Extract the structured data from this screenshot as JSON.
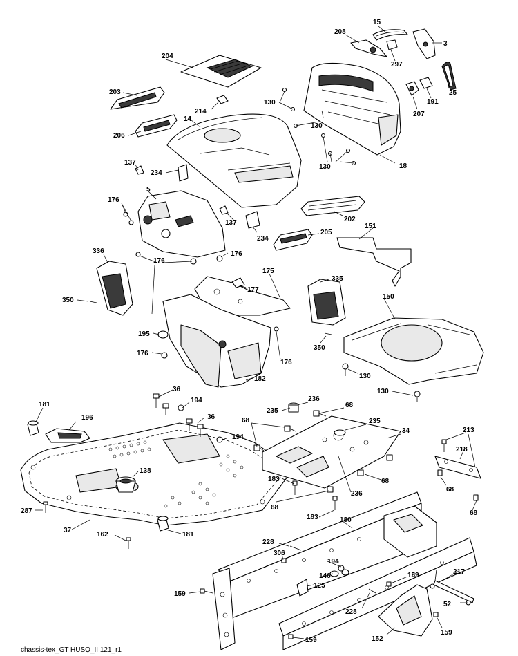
{
  "footer_text": "chassis-tex_GT HUSQ_II 121_r1",
  "callouts": [
    {
      "id": "c15",
      "label": "15"
    },
    {
      "id": "c208",
      "label": "208"
    },
    {
      "id": "c3",
      "label": "3"
    },
    {
      "id": "c297",
      "label": "297"
    },
    {
      "id": "c204",
      "label": "204"
    },
    {
      "id": "c25",
      "label": "25"
    },
    {
      "id": "c203",
      "label": "203"
    },
    {
      "id": "c130a",
      "label": "130"
    },
    {
      "id": "c214",
      "label": "214"
    },
    {
      "id": "c14",
      "label": "14"
    },
    {
      "id": "c207",
      "label": "207"
    },
    {
      "id": "c191",
      "label": "191"
    },
    {
      "id": "c130b",
      "label": "130"
    },
    {
      "id": "c206",
      "label": "206"
    },
    {
      "id": "c130c",
      "label": "130"
    },
    {
      "id": "c18",
      "label": "18"
    },
    {
      "id": "c137a",
      "label": "137"
    },
    {
      "id": "c234a",
      "label": "234"
    },
    {
      "id": "c5",
      "label": "5"
    },
    {
      "id": "c176a",
      "label": "176"
    },
    {
      "id": "c137b",
      "label": "137"
    },
    {
      "id": "c202",
      "label": "202"
    },
    {
      "id": "c151",
      "label": "151"
    },
    {
      "id": "c234b",
      "label": "234"
    },
    {
      "id": "c205",
      "label": "205"
    },
    {
      "id": "c336",
      "label": "336"
    },
    {
      "id": "c176b",
      "label": "176"
    },
    {
      "id": "c176c",
      "label": "176"
    },
    {
      "id": "c175",
      "label": "175"
    },
    {
      "id": "c335",
      "label": "335"
    },
    {
      "id": "c177",
      "label": "177"
    },
    {
      "id": "c350a",
      "label": "350"
    },
    {
      "id": "c150",
      "label": "150"
    },
    {
      "id": "c195",
      "label": "195"
    },
    {
      "id": "c350b",
      "label": "350"
    },
    {
      "id": "c176d",
      "label": "176"
    },
    {
      "id": "c176e",
      "label": "176"
    },
    {
      "id": "c130d",
      "label": "130"
    },
    {
      "id": "c182",
      "label": "182"
    },
    {
      "id": "c130e",
      "label": "130"
    },
    {
      "id": "c36a",
      "label": "36"
    },
    {
      "id": "c181a",
      "label": "181"
    },
    {
      "id": "c194a",
      "label": "194"
    },
    {
      "id": "c236a",
      "label": "236"
    },
    {
      "id": "c196",
      "label": "196"
    },
    {
      "id": "c235a",
      "label": "235"
    },
    {
      "id": "c68a",
      "label": "68"
    },
    {
      "id": "c36b",
      "label": "36"
    },
    {
      "id": "c68b",
      "label": "68"
    },
    {
      "id": "c235b",
      "label": "235"
    },
    {
      "id": "c194b",
      "label": "194"
    },
    {
      "id": "c34",
      "label": "34"
    },
    {
      "id": "c213",
      "label": "213"
    },
    {
      "id": "c218",
      "label": "218"
    },
    {
      "id": "c138",
      "label": "138"
    },
    {
      "id": "c183a",
      "label": "183"
    },
    {
      "id": "c68c",
      "label": "68"
    },
    {
      "id": "c68d",
      "label": "68"
    },
    {
      "id": "c68e",
      "label": "68"
    },
    {
      "id": "c287",
      "label": "287"
    },
    {
      "id": "c236b",
      "label": "236"
    },
    {
      "id": "c68f",
      "label": "68"
    },
    {
      "id": "c183b",
      "label": "183"
    },
    {
      "id": "c180",
      "label": "180"
    },
    {
      "id": "c37",
      "label": "37"
    },
    {
      "id": "c162",
      "label": "162"
    },
    {
      "id": "c181b",
      "label": "181"
    },
    {
      "id": "c228a",
      "label": "228"
    },
    {
      "id": "c306",
      "label": "306"
    },
    {
      "id": "c194c",
      "label": "194"
    },
    {
      "id": "c217",
      "label": "217"
    },
    {
      "id": "c146",
      "label": "146"
    },
    {
      "id": "c159a",
      "label": "159"
    },
    {
      "id": "c125",
      "label": "125"
    },
    {
      "id": "c159b",
      "label": "159"
    },
    {
      "id": "c52",
      "label": "52"
    },
    {
      "id": "c228b",
      "label": "228"
    },
    {
      "id": "c159c",
      "label": "159"
    },
    {
      "id": "c152",
      "label": "152"
    },
    {
      "id": "c159d",
      "label": "159"
    }
  ]
}
